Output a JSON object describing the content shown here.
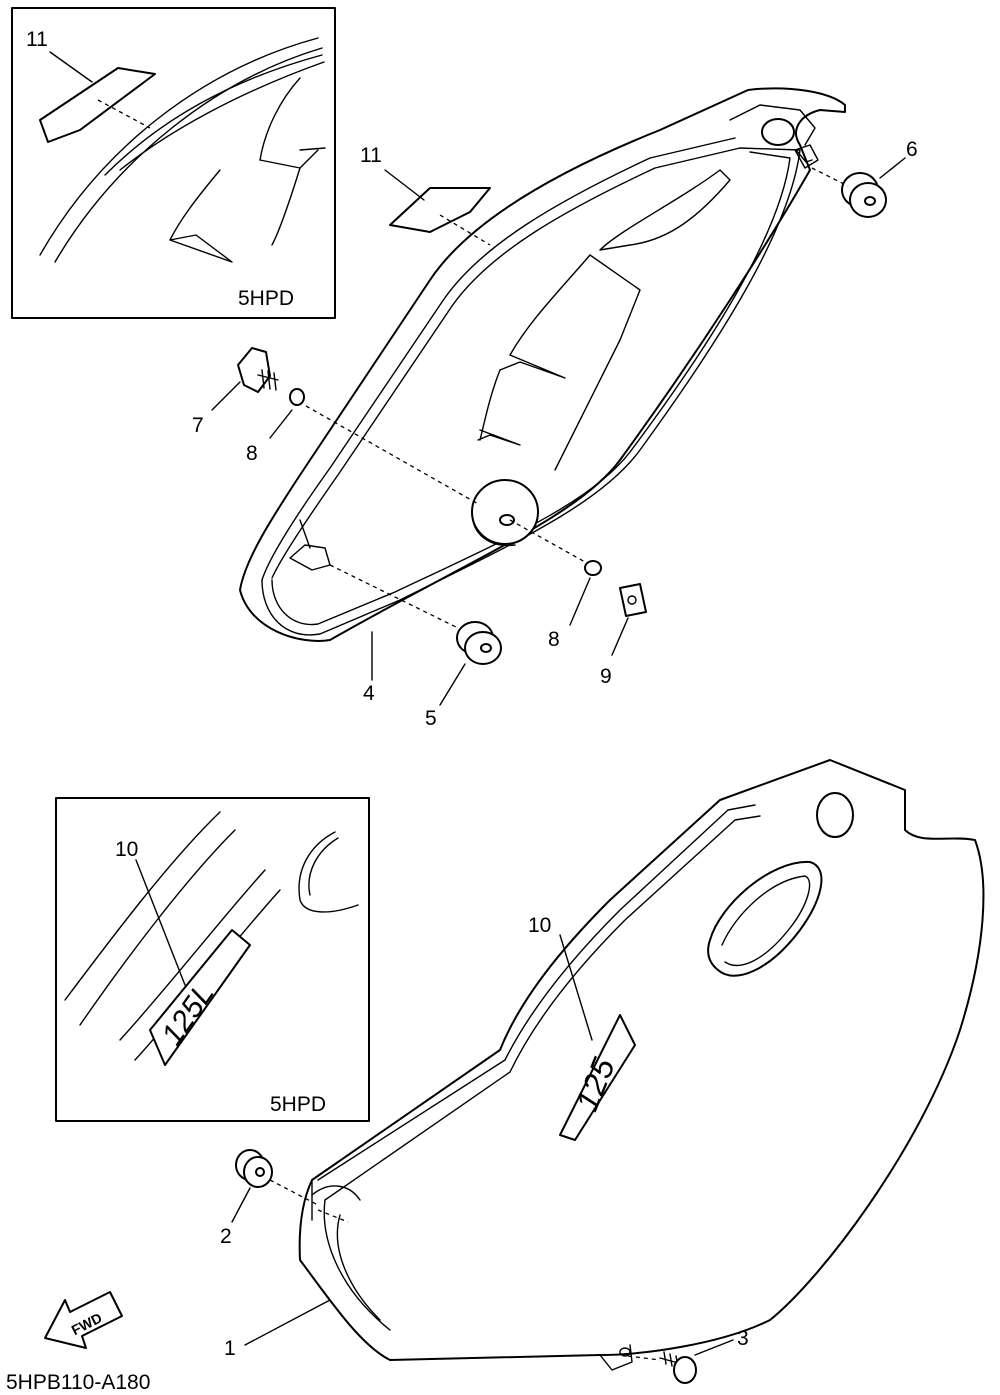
{
  "inset_top": {
    "label": "5HPD"
  },
  "inset_bottom": {
    "label": "5HPD"
  },
  "callouts": {
    "c1": "1",
    "c2": "2",
    "c3": "3",
    "c4": "4",
    "c5": "5",
    "c6": "6",
    "c7": "7",
    "c8a": "8",
    "c8b": "8",
    "c9": "9",
    "c10a": "10",
    "c10b": "10",
    "c11a": "11",
    "c11b": "11"
  },
  "decals": {
    "emblem_inset": "125L",
    "emblem_main": "125"
  },
  "fwd_arrow": {
    "text": "FWD"
  },
  "diagram_code": "5HPB110-A180"
}
